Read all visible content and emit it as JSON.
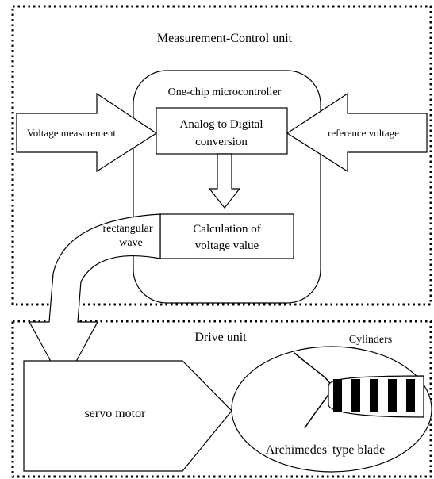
{
  "measurement_control_unit": {
    "title": "Measurement-Control unit",
    "microcontroller": {
      "title": "One-chip microcontroller",
      "adc_line1": "Analog to Digital",
      "adc_line2": "conversion",
      "calc_line1": "Calculation of",
      "calc_line2": "voltage value"
    },
    "voltage_input_label": "Voltage measurement",
    "reference_input_label": "reference voltage",
    "output_label_line1": "rectangular",
    "output_label_line2": "wave"
  },
  "drive_unit": {
    "title": "Drive unit",
    "servo_label": "servo motor",
    "cylinders_label": "Cylinders",
    "blade_label": "Archimedes' type blade",
    "cylinder_count": 5
  }
}
